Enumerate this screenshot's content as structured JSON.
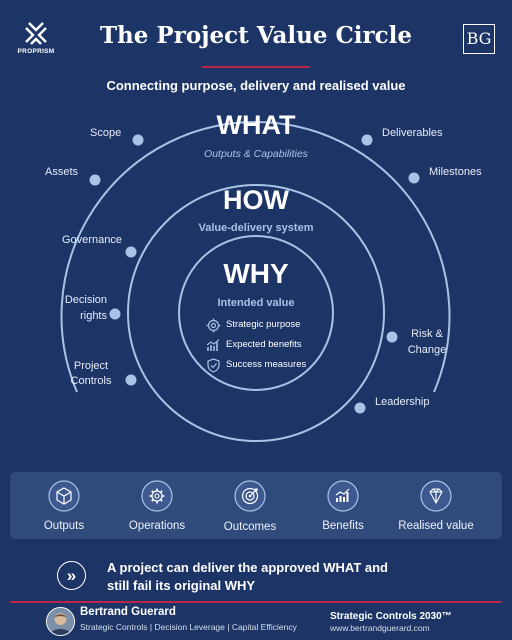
{
  "header": {
    "logo_text": "PROPRISM",
    "title": "The Project Value Circle",
    "monogram": "BG",
    "subtitle": "Connecting purpose, delivery and realised value"
  },
  "rings": {
    "what": {
      "title": "WHAT",
      "subtitle": "Outputs & Capabilities"
    },
    "how": {
      "title": "HOW",
      "subtitle": "Value-delivery system"
    },
    "why": {
      "title": "WHY",
      "subtitle": "Intended value",
      "items": [
        {
          "icon": "target-icon",
          "label": "Strategic purpose"
        },
        {
          "icon": "chart-icon",
          "label": "Expected benefits"
        },
        {
          "icon": "shield-check-icon",
          "label": "Success measures"
        }
      ]
    }
  },
  "outer_nodes": {
    "scope": "Scope",
    "assets": "Assets",
    "deliverables": "Deliverables",
    "milestones": "Milestones"
  },
  "middle_nodes": {
    "governance": "Governance",
    "decision_rights": [
      "Decision",
      "rights"
    ],
    "project_controls": [
      "Project",
      "Controls"
    ],
    "risk_change": [
      "Risk &",
      "Change"
    ],
    "leadership": "Leadership"
  },
  "flow": [
    {
      "icon": "cube-icon",
      "label": "Outputs"
    },
    {
      "icon": "gear-icon",
      "label": "Operations"
    },
    {
      "icon": "target-icon",
      "label": "Outcomes"
    },
    {
      "icon": "chart-icon",
      "label": "Benefits"
    },
    {
      "icon": "diamond-icon",
      "label": "Realised value"
    }
  ],
  "cta": {
    "icon": "double-chevron-right-icon",
    "lines": [
      "A project can deliver the approved WHAT and",
      "still fail its original WHY"
    ]
  },
  "footer": {
    "author": "Bertrand Guerard",
    "role": "Strategic Controls | Decision Leverage | Capital Efficiency",
    "brand": "Strategic Controls 2030™",
    "url": "www.bertrandguerard.com"
  },
  "colors": {
    "background": "#1d3566",
    "ring": "#a9c3e6",
    "accent_rule": "#b8264a",
    "node_fill": "#a9c3e6",
    "flow_box": "#304a7c",
    "subtitle_light": "#a9c3e6"
  }
}
